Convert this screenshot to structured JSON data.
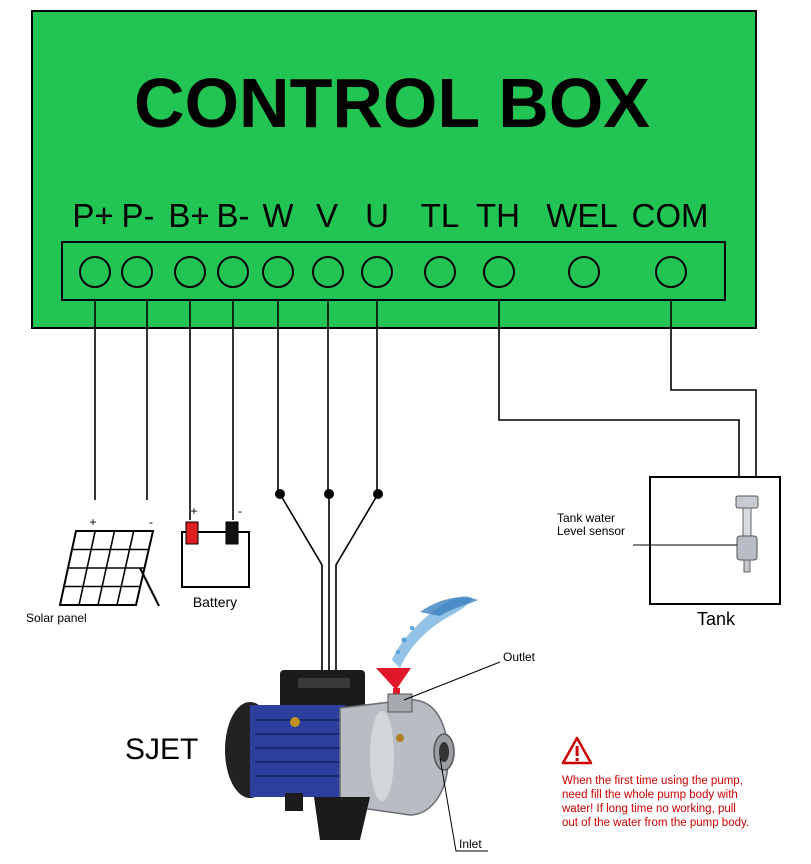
{
  "control_box": {
    "title": "CONTROL BOX",
    "fill_color": "#22c553",
    "terminals": [
      "P+",
      "P-",
      "B+",
      "B-",
      "W",
      "V",
      "U",
      "TL",
      "TH",
      "WEL",
      "COM"
    ]
  },
  "solar_panel": {
    "label": "Solar panel",
    "plus": "+",
    "minus": "-"
  },
  "battery": {
    "label": "Battery",
    "plus": "+",
    "minus": "-",
    "plus_color": "#e02020",
    "minus_color": "#111111"
  },
  "tank": {
    "label": "Tank",
    "sensor_line1": "Tank water",
    "sensor_line2": "Level sensor"
  },
  "pump": {
    "name": "SJET",
    "outlet_label": "Outlet",
    "inlet_label": "Inlet",
    "body_color": "#2c3e9e",
    "funnel_color": "#e0182a"
  },
  "warning": {
    "icon": "warning-triangle-icon",
    "color": "#cc0000",
    "lines": [
      "When the first time using the pump,",
      "need fill the whole pump body with",
      "water! If long time no working, pull",
      "out of the water from the pump body."
    ]
  }
}
